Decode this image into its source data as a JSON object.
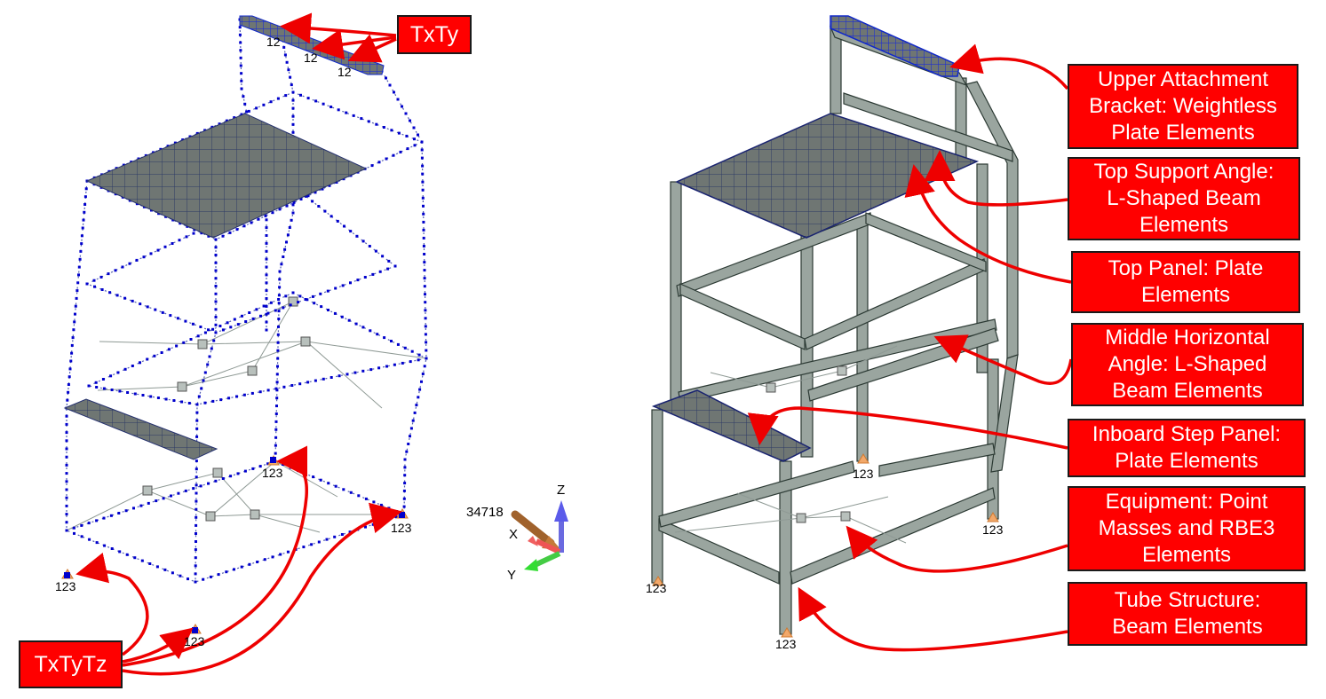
{
  "left_model": {
    "callout_txty": "TxTy",
    "callout_txtytz": "TxTyTz",
    "node_labels": [
      "12",
      "12",
      "12",
      "123",
      "123",
      "123",
      "123"
    ]
  },
  "axis_triad": {
    "node_id": "34718",
    "x_label": "X",
    "y_label": "Y",
    "z_label": "Z"
  },
  "right_model": {
    "callouts": [
      "Upper Attachment\nBracket: Weightless\nPlate Elements",
      "Top Support Angle:\nL-Shaped Beam\nElements",
      "Top Panel: Plate\nElements",
      "Middle Horizontal\nAngle: L-Shaped\nBeam Elements",
      "Inboard Step Panel:\nPlate Elements",
      "Equipment: Point\nMasses and RBE3\nElements",
      "Tube Structure:\nBeam Elements"
    ],
    "node_labels": [
      "123",
      "123",
      "123",
      "123"
    ]
  },
  "colors": {
    "callout_fill": "#ff0000",
    "arrow": "#ee0000",
    "node_blue": "#0000cc",
    "plate_gray": "#6f7673",
    "beam_gray": "#9aa59f"
  }
}
